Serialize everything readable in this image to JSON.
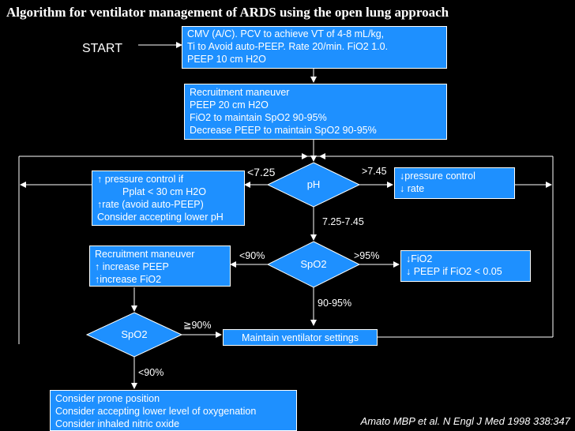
{
  "title": "Algorithm for ventilator management of ARDS using the open lung approach",
  "start_label": "START",
  "box_initial": [
    "CMV (A/C). PCV to achieve VT of 4-8 mL/kg,",
    "Ti to Avoid auto-PEEP. Rate 20/min. FiO2 1.0.",
    "PEEP 10 cm H2O"
  ],
  "box_recruit": [
    "Recruitment maneuver",
    "PEEP 20 cm H2O",
    "FiO2 to maintain SpO2 90-95%",
    "Decrease PEEP to maintain SpO2 90-95%"
  ],
  "ph_label": "pH",
  "ph_low_label": "<7.25",
  "ph_high_label": ">7.45",
  "ph_mid_label": "7.25-7.45",
  "box_ph_low": [
    "↑ pressure control if",
    "Pplat < 30 cm H2O",
    "↑rate (avoid auto-PEEP)",
    "Consider accepting lower pH"
  ],
  "box_ph_high": [
    "↓pressure control",
    "↓ rate"
  ],
  "spo2_label": "SpO2",
  "spo2_low_label": "<90%",
  "spo2_high_label": ">95%",
  "spo2_mid_label": "90-95%",
  "box_spo2_low": [
    "Recruitment maneuver",
    "↑ increase PEEP",
    "↑increase FiO2"
  ],
  "box_spo2_high": [
    "↓FiO2",
    "↓ PEEP if FiO2 < 0.05"
  ],
  "spo2_2_label": "SpO2",
  "spo2_2_ok_label": "≧90%",
  "spo2_2_low_label": "<90%",
  "box_maintain": "Maintain ventilator settings",
  "box_final": [
    "Consider prone position",
    "Consider accepting lower level of  oxygenation",
    "Consider inhaled nitric oxide"
  ],
  "citation": "Amato MBP et al. N Engl J Med 1998 338:347",
  "colors": {
    "background": "#000000",
    "box_fill": "#1e90ff",
    "line": "#ffffff"
  }
}
